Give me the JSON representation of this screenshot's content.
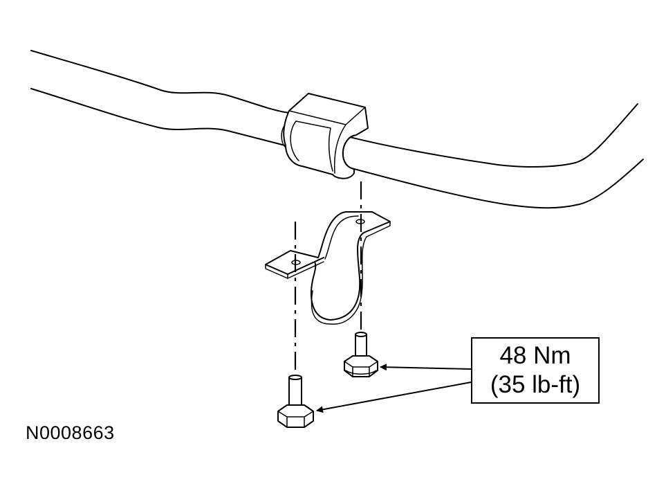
{
  "callout": {
    "torque_metric": "48 Nm",
    "torque_imperial": "(35 lb-ft)"
  },
  "figure_id": "N0008663"
}
